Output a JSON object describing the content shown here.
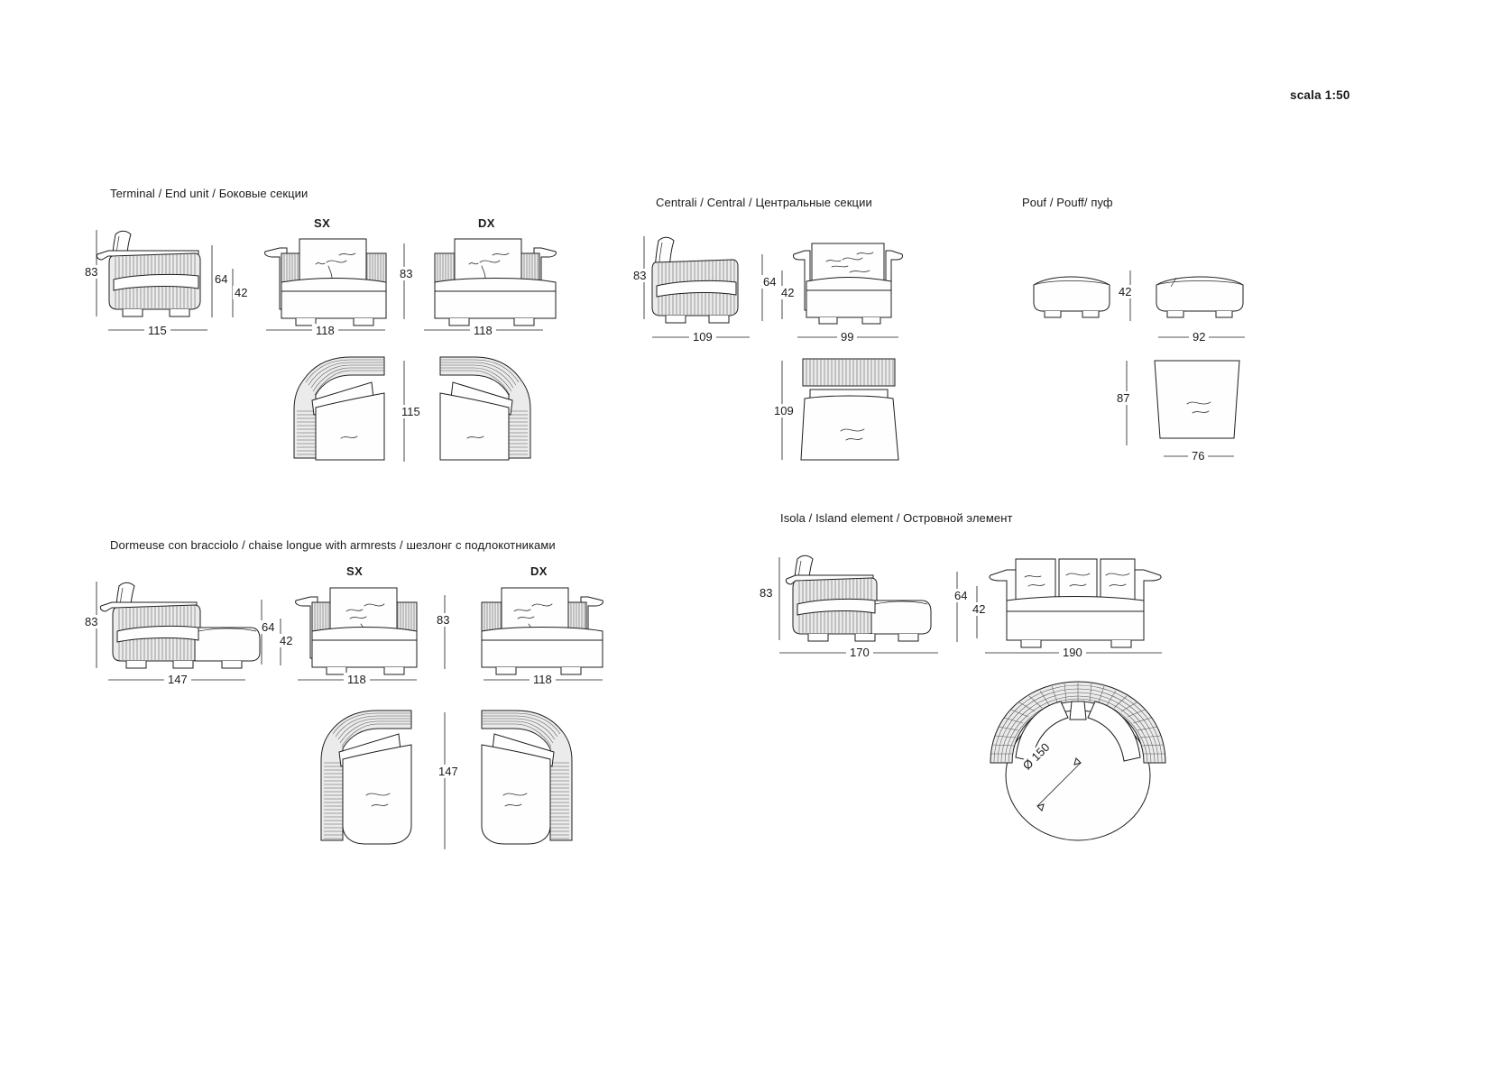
{
  "sheet": {
    "scale_label": "scala 1:50",
    "background": "#ffffff",
    "line_color": "#1d1d1d"
  },
  "groups": [
    {
      "id": "terminal",
      "title_it": "Terminal",
      "title_en": "End unit",
      "title_ru": "Боковые секции",
      "title_full": "Terminal / End unit / Боковые секции",
      "views": [
        {
          "id": "side",
          "type": "side-elevation",
          "dims": {
            "height_total": "83",
            "height_back": "64",
            "height_seat": "42",
            "width": "115"
          }
        },
        {
          "id": "front-sx",
          "type": "front-elevation",
          "hand": "SX",
          "dims": {
            "height_total": "83",
            "width": "118",
            "depth_plan": "115"
          }
        },
        {
          "id": "front-dx",
          "type": "front-elevation",
          "hand": "DX",
          "dims": {
            "height_total": "83",
            "width": "118"
          }
        }
      ],
      "labels": {
        "sx": "SX",
        "dx": "DX"
      }
    },
    {
      "id": "centrali",
      "title_it": "Centrali",
      "title_en": "Central",
      "title_ru": "Центральные секции",
      "title_full": "Centrali / Central / Центральные секции",
      "views": [
        {
          "id": "side",
          "type": "side-elevation",
          "dims": {
            "height_total": "83",
            "width": "109"
          }
        },
        {
          "id": "front",
          "type": "front-elevation",
          "dims": {
            "height_back": "64",
            "height_seat": "42",
            "width": "99",
            "depth_plan": "109"
          }
        }
      ]
    },
    {
      "id": "pouf",
      "title_it": "Pouf",
      "title_en": "Pouff",
      "title_ru": "пуф",
      "title_full": "Pouf / Pouff/ пуф",
      "views": [
        {
          "id": "side",
          "type": "side-elevation",
          "dims": {
            "height_seat": "42"
          }
        },
        {
          "id": "front",
          "type": "front-elevation",
          "dims": {
            "width": "92",
            "depth_plan": "76",
            "plan_height": "87"
          }
        }
      ]
    },
    {
      "id": "dormeuse",
      "title_it": "Dormeuse con bracciolo",
      "title_en": "chaise longue with armrests",
      "title_ru": "шезлонг с подлокотниками",
      "title_full": "Dormeuse con bracciolo / chaise longue with armrests / шезлонг с подлокотниками",
      "views": [
        {
          "id": "side",
          "type": "side-elevation",
          "dims": {
            "height_total": "83",
            "height_back": "64",
            "height_seat": "42",
            "width": "147"
          }
        },
        {
          "id": "front-sx",
          "type": "front-elevation",
          "hand": "SX",
          "dims": {
            "width": "118",
            "depth_plan": "147"
          }
        },
        {
          "id": "front-dx",
          "type": "front-elevation",
          "hand": "DX",
          "dims": {
            "height_total": "83",
            "width": "118"
          }
        }
      ],
      "labels": {
        "sx": "SX",
        "dx": "DX"
      }
    },
    {
      "id": "isola",
      "title_it": "Isola",
      "title_en": "Island element",
      "title_ru": "Островной элемент",
      "title_full": "Isola / Island element / Островной элемент",
      "views": [
        {
          "id": "side",
          "type": "side-elevation",
          "dims": {
            "height_total": "83",
            "width": "170"
          }
        },
        {
          "id": "front",
          "type": "front-elevation",
          "dims": {
            "height_back": "64",
            "height_seat": "42",
            "width": "190"
          }
        },
        {
          "id": "plan",
          "type": "plan",
          "dims": {
            "diameter": "Ø 150"
          }
        }
      ]
    }
  ],
  "dimension_values": {
    "terminal_side_h": "83",
    "terminal_back_h": "64",
    "terminal_seat_h": "42",
    "terminal_side_w": "115",
    "terminal_sx_h": "83",
    "terminal_sx_w": "118",
    "terminal_dx_w": "118",
    "terminal_plan_d": "115",
    "centrali_side_h": "83",
    "centrali_side_w": "109",
    "centrali_back_h": "64",
    "centrali_seat_h": "42",
    "centrali_front_w": "99",
    "centrali_plan_d": "109",
    "pouf_h": "42",
    "pouf_w": "92",
    "pouf_plan_h": "87",
    "pouf_plan_w": "76",
    "dormeuse_side_h": "83",
    "dormeuse_back_h": "64",
    "dormeuse_seat_h": "42",
    "dormeuse_side_w": "147",
    "dormeuse_sx_w": "118",
    "dormeuse_dx_h": "83",
    "dormeuse_dx_w": "118",
    "dormeuse_plan_d": "147",
    "isola_side_h": "83",
    "isola_side_w": "170",
    "isola_back_h": "64",
    "isola_seat_h": "42",
    "isola_front_w": "190",
    "isola_diameter": "Ø 150"
  }
}
